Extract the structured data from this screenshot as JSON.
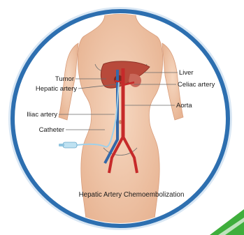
{
  "diagram": {
    "caption": "Hepatic Artery Chemoembolization",
    "labels": {
      "tumor": "Tumor",
      "hepatic_artery": "Hepatic artery",
      "iliac_artery": "Iliac artery",
      "catheter": "Catheter",
      "liver": "Liver",
      "celiac_artery": "Celiac artery",
      "aorta": "Aorta"
    }
  },
  "colors": {
    "frame_ring": "#2d6fb0",
    "frame_outer": "#d9e7f4",
    "accent_green": "#3fae3c",
    "skin": "#f1c9ad",
    "liver": "#b84a3b",
    "artery": "#c62a2a",
    "vein": "#3468a8",
    "catheter": "#9fd0ea"
  }
}
